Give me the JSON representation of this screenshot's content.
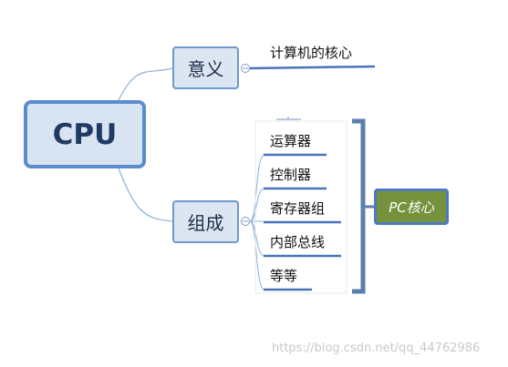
{
  "mindmap": {
    "root": {
      "label": "CPU"
    },
    "branches": [
      {
        "label": "意义",
        "children": [
          "计算机的核心"
        ]
      },
      {
        "label": "组成",
        "children": [
          "运算器",
          "控制器",
          "寄存器组",
          "内部总线",
          "等等"
        ]
      }
    ],
    "summary": {
      "label": "PC核心"
    }
  },
  "colors": {
    "root_fill": "#d9e4f3",
    "root_border": "#5b8ccf",
    "branch_fill": "#dce6f3",
    "branch_border": "#6f98cc",
    "leaf_line": "#4a73b8",
    "bracket": "#5a7fae",
    "summary_fill": "#76923c",
    "summary_border": "#4f78c0"
  },
  "watermark": "https://blog.csdn.net/qq_44762986"
}
